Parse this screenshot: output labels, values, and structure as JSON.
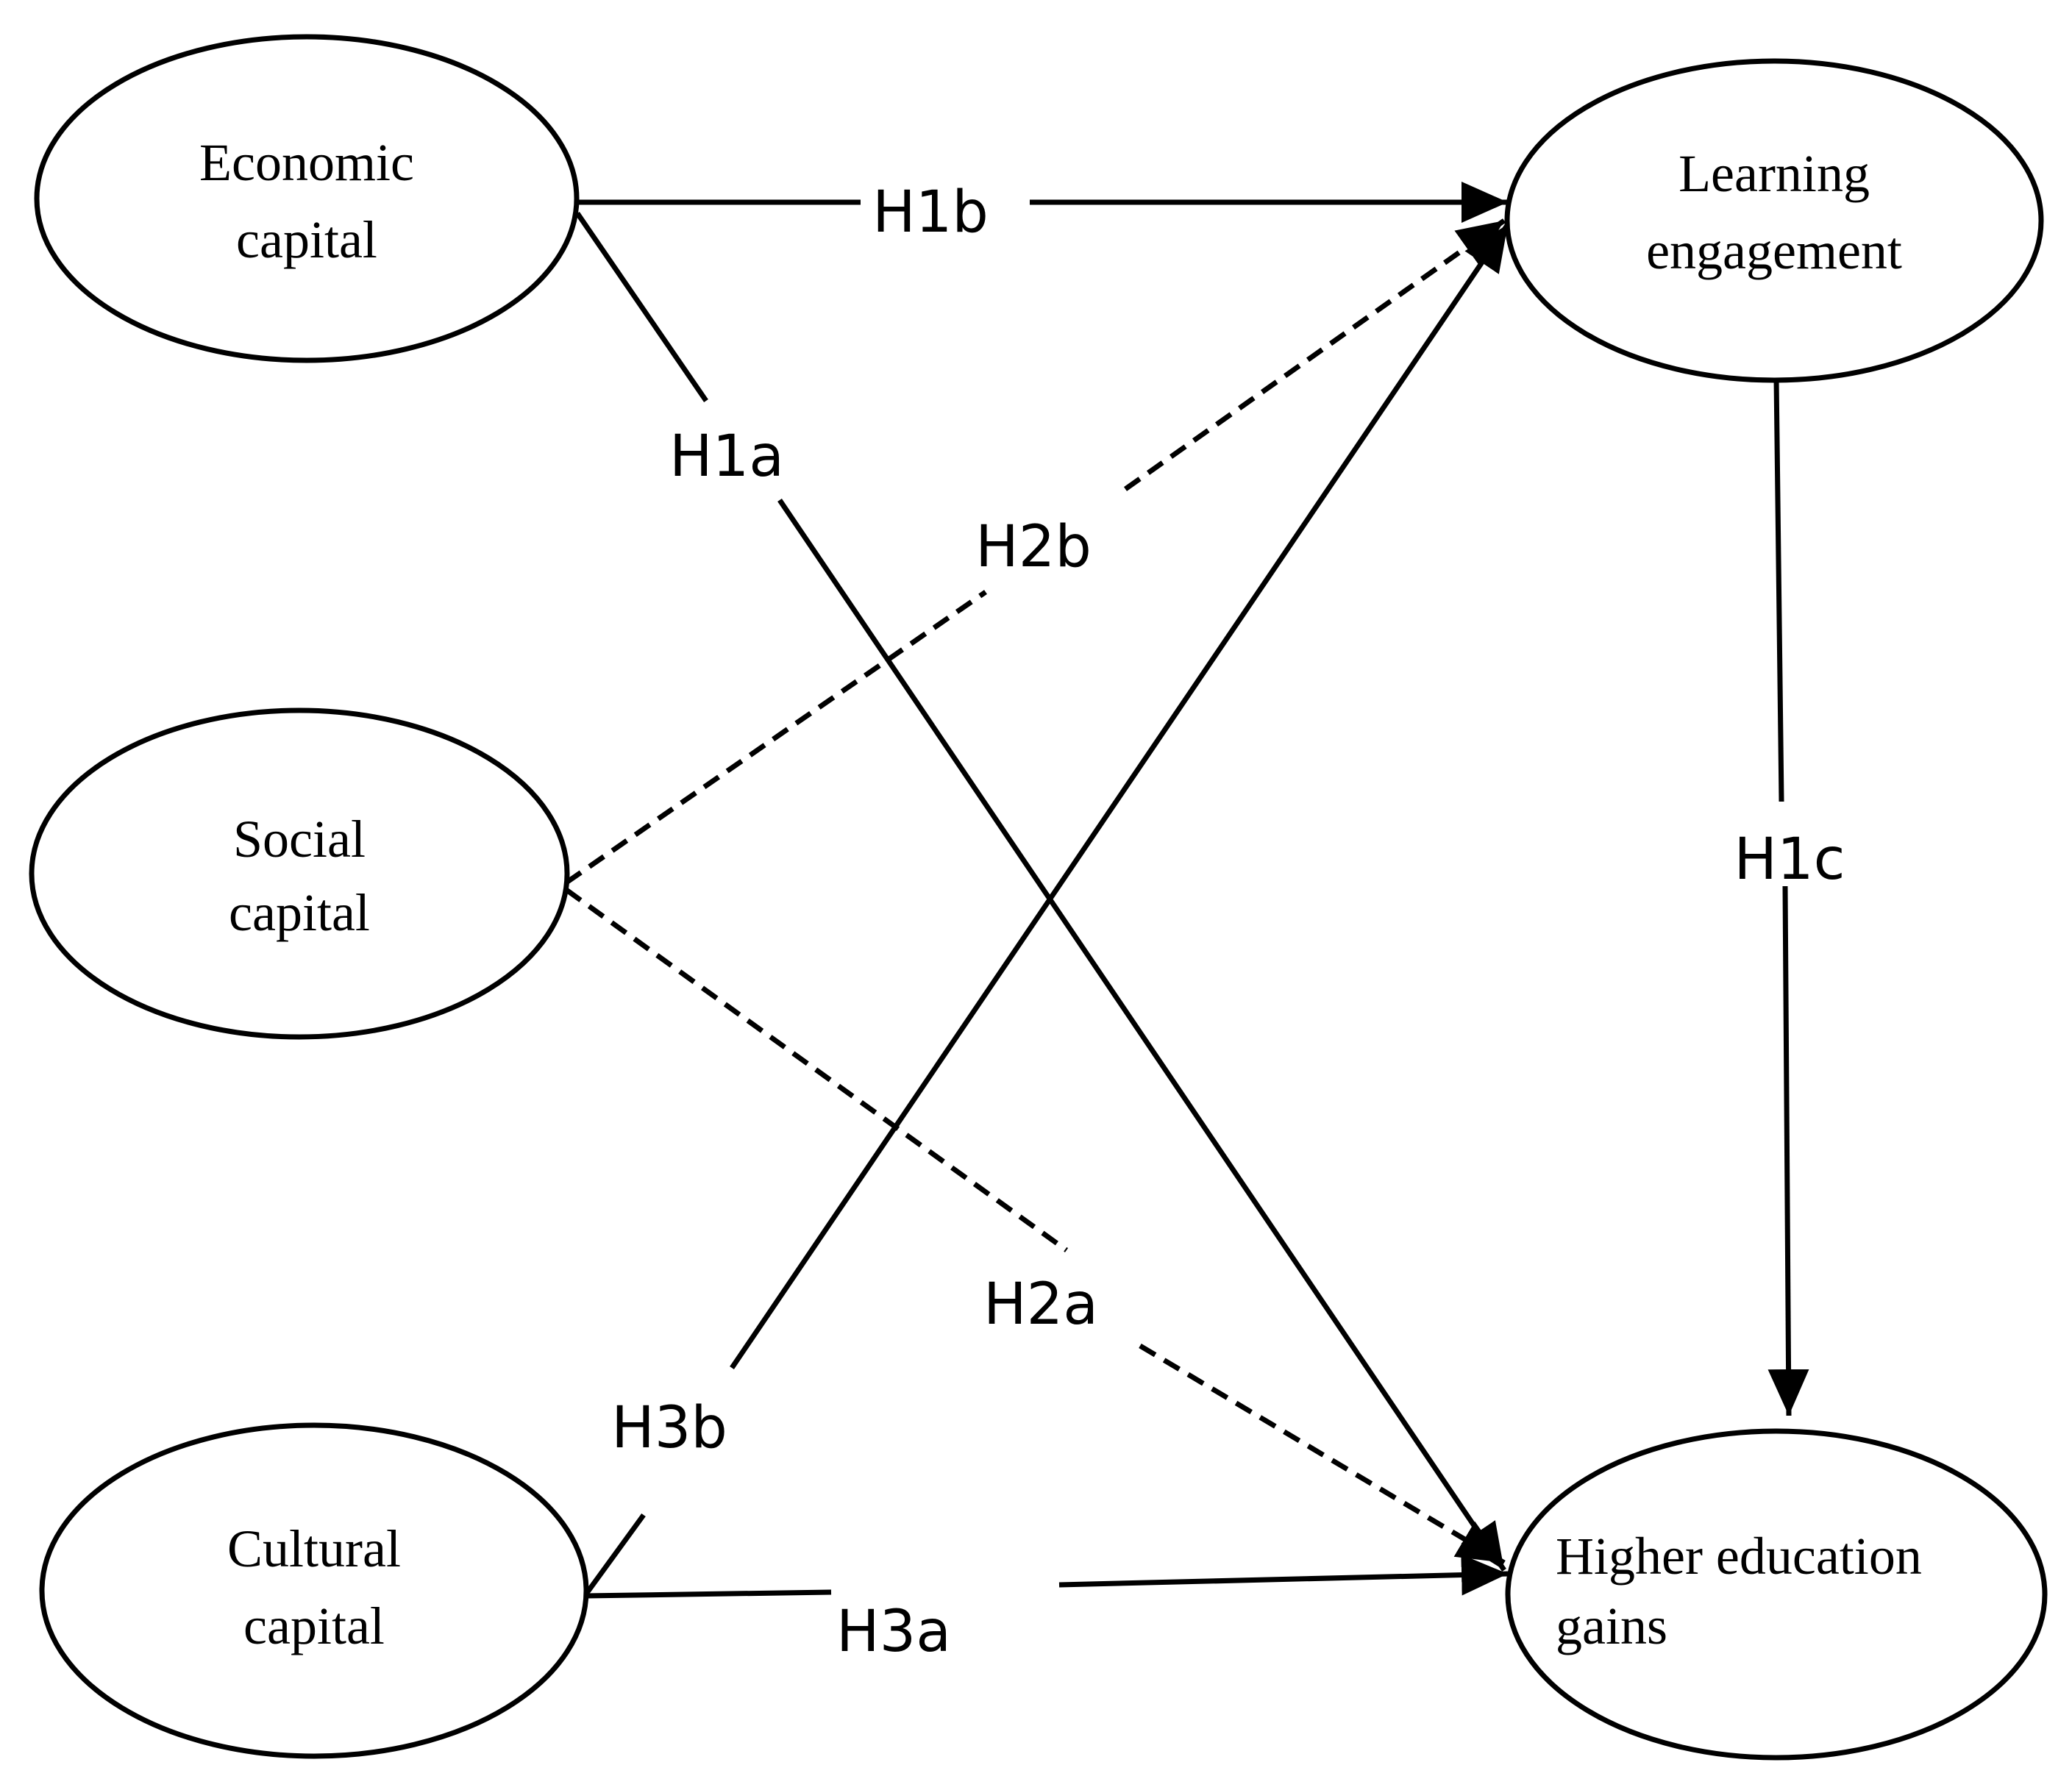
{
  "nodes": {
    "economic": {
      "line1": "Economic",
      "line2": "capital"
    },
    "social": {
      "line1": "Social",
      "line2": "capital"
    },
    "cultural": {
      "line1": "Cultural",
      "line2": "capital"
    },
    "engagement": {
      "line1": "Learning",
      "line2": "engagement"
    },
    "gains": {
      "line1": "Higher education",
      "line2": "gains"
    }
  },
  "hypotheses": {
    "h1a": "H1a",
    "h1b": "H1b",
    "h1c": "H1c",
    "h2a": "H2a",
    "h2b": "H2b",
    "h3a": "H3a",
    "h3b": "H3b"
  },
  "edges": [
    {
      "id": "h1b",
      "from": "Economic capital",
      "to": "Learning engagement",
      "style": "solid"
    },
    {
      "id": "h1a",
      "from": "Economic capital",
      "to": "Higher education gains",
      "style": "solid"
    },
    {
      "id": "h1c",
      "from": "Learning engagement",
      "to": "Higher education gains",
      "style": "solid"
    },
    {
      "id": "h2b",
      "from": "Social capital",
      "to": "Learning engagement",
      "style": "dashed"
    },
    {
      "id": "h2a",
      "from": "Social capital",
      "to": "Higher education gains",
      "style": "dashed"
    },
    {
      "id": "h3b",
      "from": "Cultural capital",
      "to": "Learning engagement",
      "style": "solid"
    },
    {
      "id": "h3a",
      "from": "Cultural capital",
      "to": "Higher education gains",
      "style": "solid"
    }
  ],
  "colors": {
    "stroke": "#000000",
    "background": "#ffffff"
  }
}
